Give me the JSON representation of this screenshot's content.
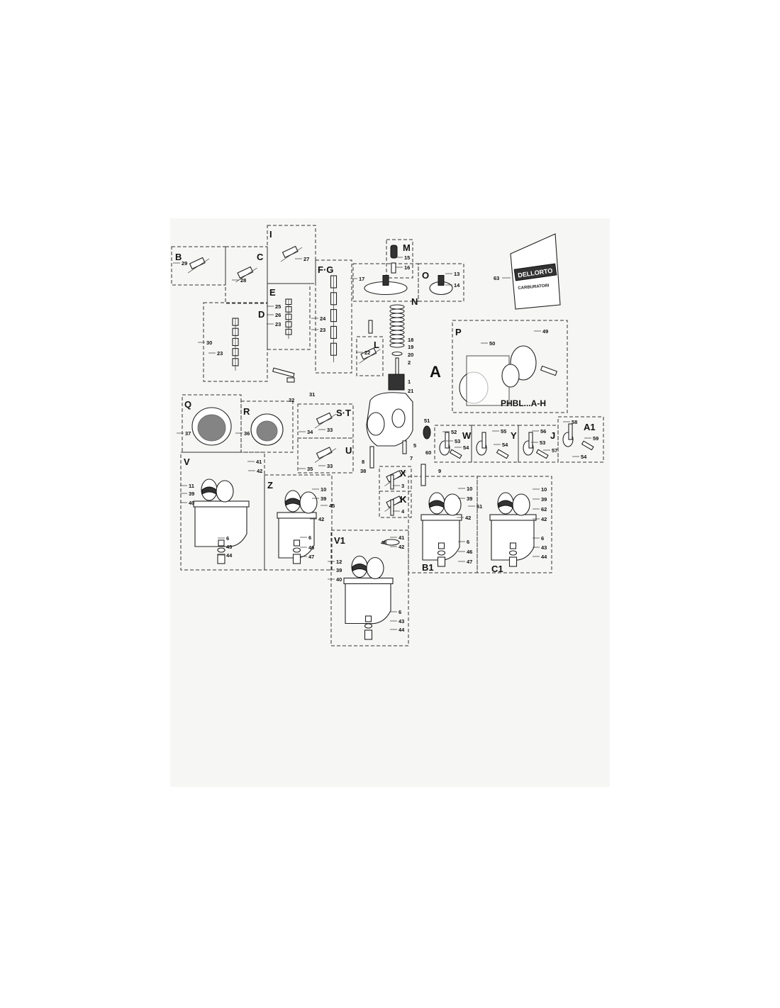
{
  "diagram": {
    "main_assembly": {
      "label": "A",
      "numbers": [
        "18",
        "19",
        "20",
        "2",
        "1",
        "21",
        "51",
        "5",
        "7",
        "60",
        "9",
        "8",
        "38",
        "48"
      ]
    },
    "sections": [
      {
        "id": "B",
        "numbers": [
          "29"
        ]
      },
      {
        "id": "C",
        "numbers": [
          "28"
        ]
      },
      {
        "id": "I",
        "numbers": [
          "27"
        ]
      },
      {
        "id": "D",
        "numbers": [
          "30",
          "23"
        ]
      },
      {
        "id": "E",
        "numbers": [
          "25",
          "26",
          "23"
        ]
      },
      {
        "id": "F·G",
        "numbers": [
          "24",
          "23"
        ]
      },
      {
        "id": "M",
        "numbers": [
          "15",
          "16"
        ]
      },
      {
        "id": "N",
        "numbers": [
          "17"
        ]
      },
      {
        "id": "O",
        "numbers": [
          "13",
          "14"
        ]
      },
      {
        "id": "L",
        "numbers": [
          "22"
        ]
      },
      {
        "id": "P",
        "numbers": [
          "49",
          "50"
        ],
        "caption": "PHBL...A-H"
      },
      {
        "id": "Q",
        "numbers": [
          "37"
        ]
      },
      {
        "id": "R",
        "numbers": [
          "36"
        ]
      },
      {
        "id": "S·T",
        "numbers": [
          "34",
          "33"
        ]
      },
      {
        "id": "U",
        "numbers": [
          "35",
          "33"
        ]
      },
      {
        "id": "V",
        "numbers": [
          "41",
          "42",
          "11",
          "39",
          "40",
          "6",
          "43",
          "44"
        ]
      },
      {
        "id": "Z",
        "numbers": [
          "10",
          "39",
          "45",
          "42",
          "6",
          "46",
          "47"
        ]
      },
      {
        "id": "X",
        "numbers": [
          "3"
        ]
      },
      {
        "id": "K",
        "numbers": [
          "4"
        ]
      },
      {
        "id": "V1",
        "numbers": [
          "41",
          "42",
          "12",
          "39",
          "40",
          "6",
          "43",
          "44"
        ]
      },
      {
        "id": "B1",
        "numbers": [
          "10",
          "39",
          "61",
          "42",
          "6",
          "46",
          "47"
        ]
      },
      {
        "id": "C1",
        "numbers": [
          "10",
          "39",
          "62",
          "42",
          "6",
          "43",
          "44"
        ]
      },
      {
        "id": "W",
        "numbers": [
          "52",
          "53",
          "54"
        ]
      },
      {
        "id": "Y",
        "numbers": [
          "55",
          "54"
        ]
      },
      {
        "id": "J",
        "numbers": [
          "56",
          "53",
          "57"
        ]
      },
      {
        "id": "A1",
        "numbers": [
          "58",
          "59",
          "54"
        ]
      }
    ],
    "loose_parts": {
      "screw_set": [
        "31",
        "32"
      ],
      "gasket_kit": "63"
    },
    "gasket_kit_bag": {
      "brand": "DELLORTO",
      "text": "CARBURATORI"
    }
  }
}
